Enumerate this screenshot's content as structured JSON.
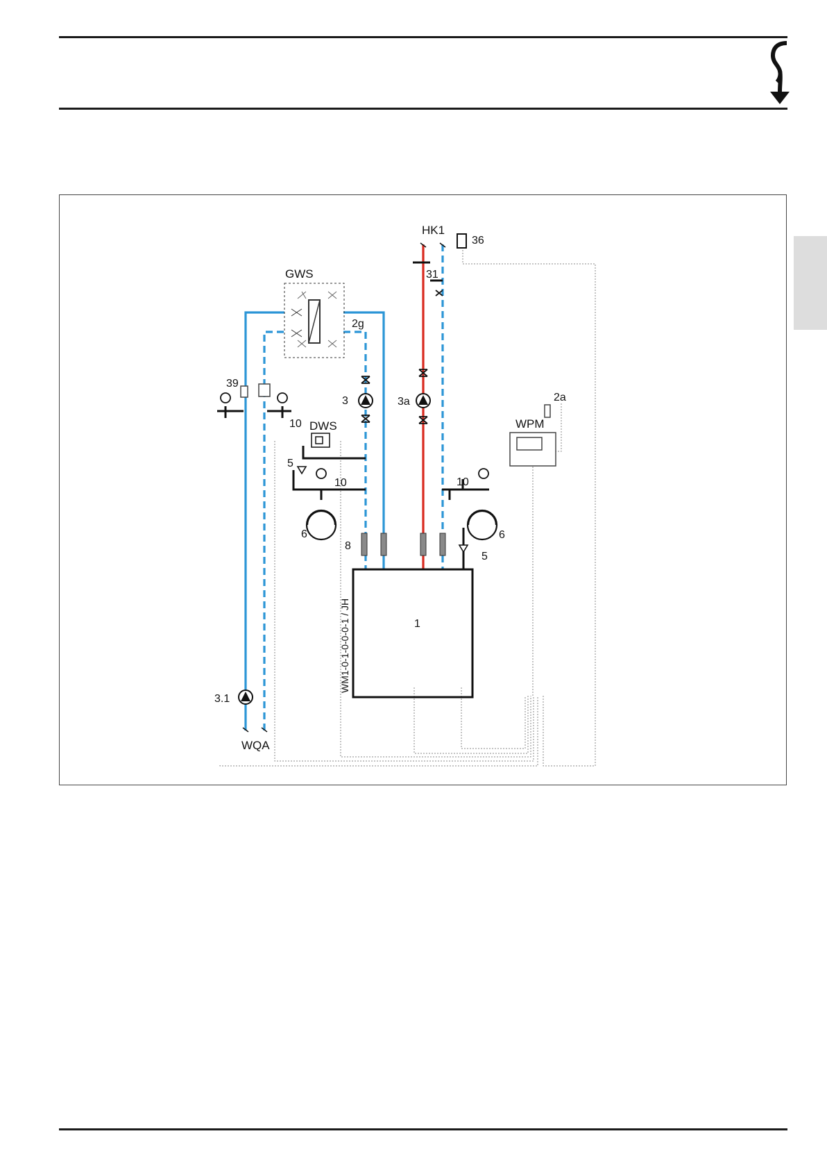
{
  "labels": {
    "heating_circuit": "HK1",
    "sensor_36": "36",
    "valve_31": "31",
    "ground_water_station": "GWS",
    "sensor_2g": "2g",
    "flow_switch_39": "39",
    "pump_3": "3",
    "pump_3a": "3a",
    "sensor_2a": "2a",
    "pressure_station": "DWS",
    "controller": "WPM",
    "fill_valve_left": "10",
    "safety_valve_left": "5",
    "fill_valve_mid": "10",
    "expansion_vessel_left": "6",
    "hoses": "8",
    "fill_valve_right": "10",
    "expansion_vessel_right": "6",
    "safety_valve_right": "5",
    "heat_pump": "1",
    "drawing_code": "WM1-0-1-0-0-0-1 / JH",
    "pump_3_1": "3.1",
    "water_source": "WQA"
  },
  "colors": {
    "cold_line": "#2b95d6",
    "hot_line": "#d92a1f",
    "pipe": "#111111",
    "control_wire": "#8a8a8a",
    "side_tab": "#dddddd"
  },
  "icons": [
    "stiebel-logo-icon",
    "pump-icon",
    "valve-icon",
    "pressure-gauge-icon",
    "expansion-vessel-icon",
    "safety-valve-icon",
    "controller-icon"
  ]
}
